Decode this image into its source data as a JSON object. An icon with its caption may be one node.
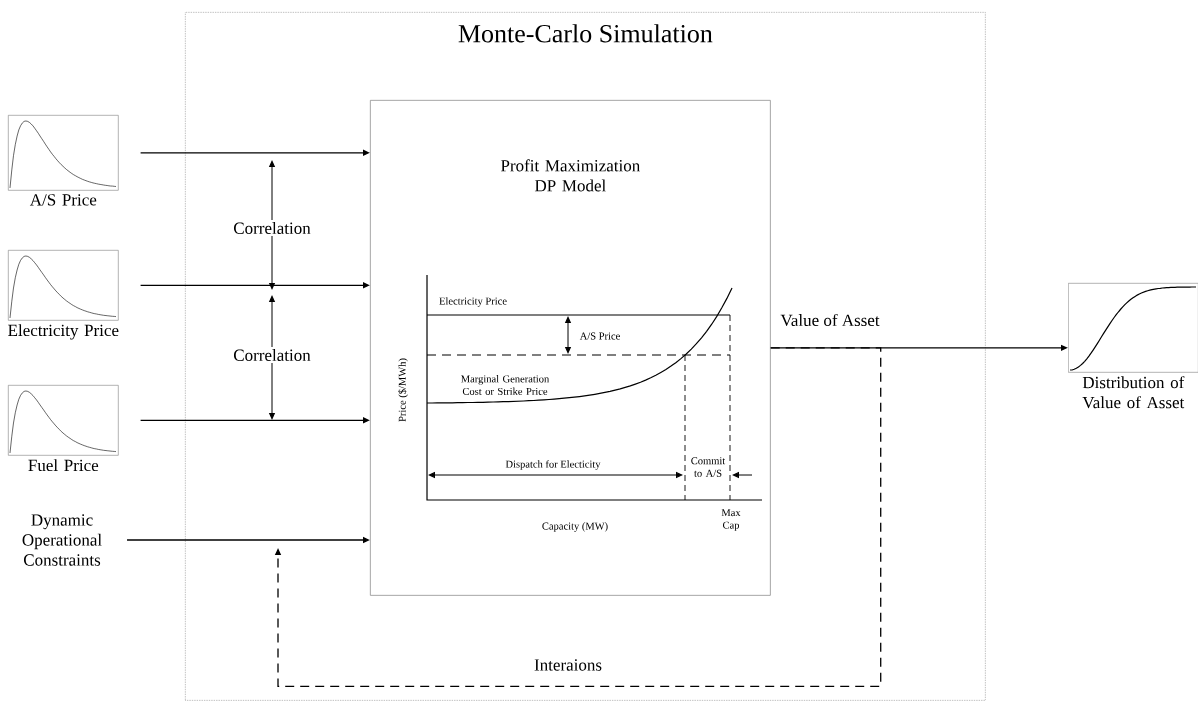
{
  "diagram": {
    "nodes": [
      {
        "text": [
          "Monte-Carlo Simulation"
        ]
      },
      {
        "text": [
          "Profit Maximization DP Model"
        ],
        "in": 0
      },
      {
        "text": [
          "A/S Price"
        ]
      },
      {
        "text": [
          "Electricity Price"
        ]
      },
      {
        "text": [
          "Fuel Price"
        ]
      },
      {
        "text": [
          "Dynamic Operational Constraints"
        ]
      },
      {
        "text": [
          "Distribution of Value of Asset"
        ]
      }
    ],
    "edges": [
      {
        "from": 2,
        "to": 1,
        "arrow": "to"
      },
      {
        "from": 3,
        "to": 1,
        "arrow": "to"
      },
      {
        "from": 4,
        "to": 1,
        "arrow": "to"
      },
      {
        "from": 5,
        "to": 1,
        "arrow": "to"
      },
      {
        "from": 1,
        "to": 6,
        "arrow": "to",
        "label": "Value of Asset"
      },
      {
        "from": 1,
        "to": null,
        "arrow": "to",
        "label": "Interaions",
        "style": "dashed"
      }
    ],
    "labels": [
      "Correlation",
      "Correlation",
      "Electricity Price",
      "A/S Price",
      "Marginal Generation Cost or Strike Price",
      "Dispatch for Electicity",
      "Commit to A/S",
      "Price ($/MWh)",
      "Capacity (MW)",
      "Max Cap"
    ]
  }
}
